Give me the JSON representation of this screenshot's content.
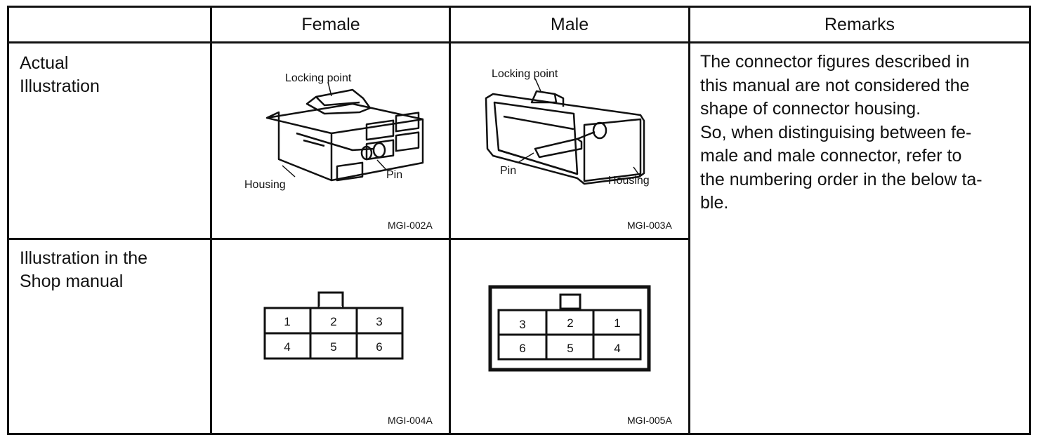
{
  "table": {
    "headers": {
      "col0": "",
      "female": "Female",
      "male": "Male",
      "remarks": "Remarks"
    },
    "rows": [
      {
        "label": "Actual\nIllustration"
      },
      {
        "label": "Illustration in the\nShop manual"
      }
    ],
    "remarks_text": "The connector figures described in\nthis manual are not considered the\nshape of connector housing.\nSo, when distinguising between fe-\nmale and male connector, refer to\nthe numbering order in the below ta-\nble."
  },
  "figures": {
    "female_actual": {
      "code": "MGI-002A",
      "callouts": {
        "locking_point": "Locking point",
        "pin": "Pin",
        "housing": "Housing"
      }
    },
    "male_actual": {
      "code": "MGI-003A",
      "callouts": {
        "locking_point": "Locking point",
        "pin": "Pin",
        "housing": "Housing"
      }
    },
    "female_manual": {
      "code": "MGI-004A",
      "pins_top": [
        "1",
        "2",
        "3"
      ],
      "pins_bottom": [
        "4",
        "5",
        "6"
      ]
    },
    "male_manual": {
      "code": "MGI-005A",
      "pins_top": [
        "3",
        "2",
        "1"
      ],
      "pins_bottom": [
        "6",
        "5",
        "4"
      ]
    }
  }
}
